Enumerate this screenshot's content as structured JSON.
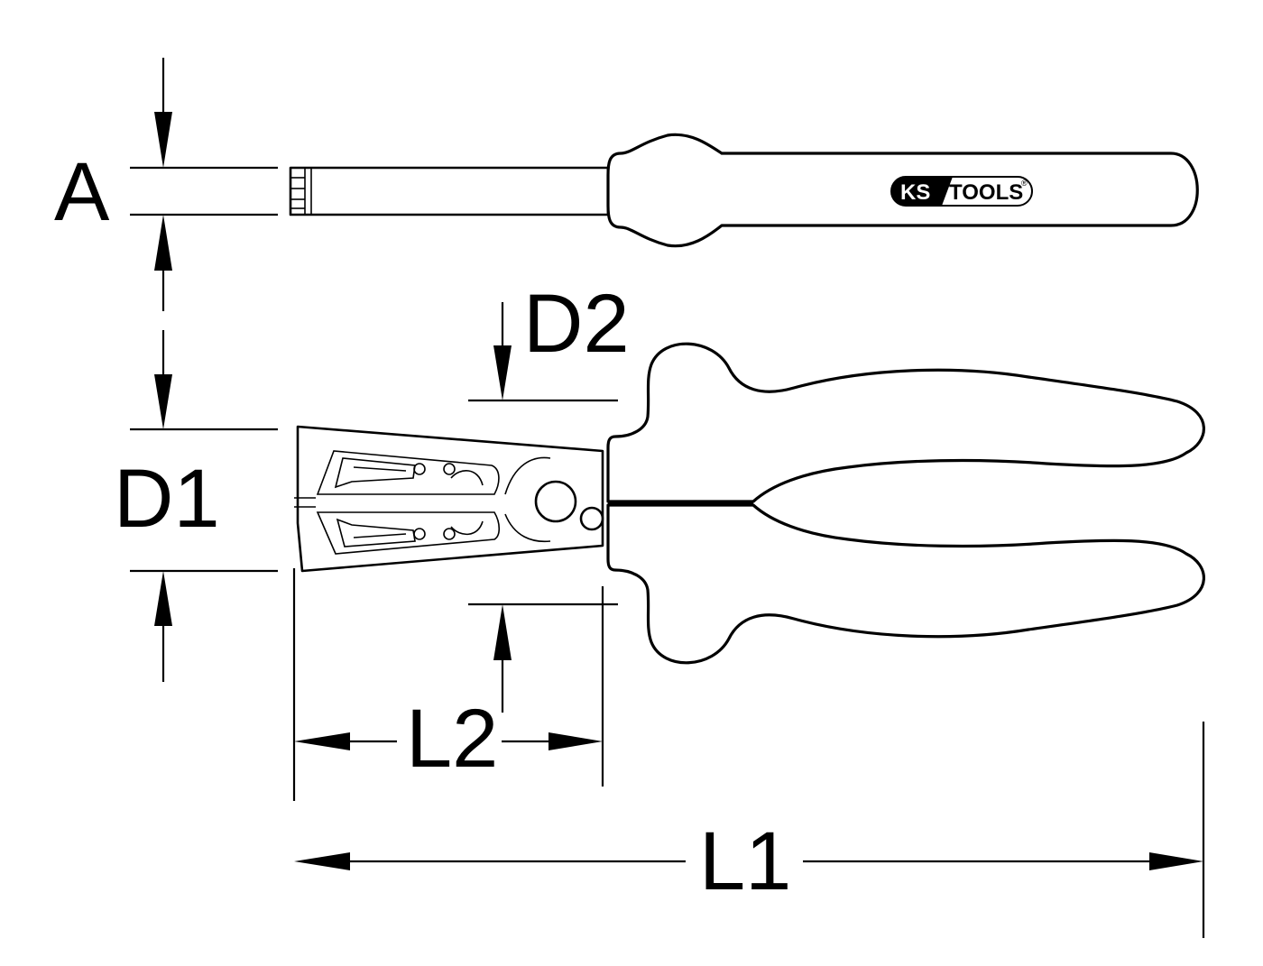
{
  "labels": {
    "a": "A",
    "d1": "D1",
    "d2": "D2",
    "l1": "L1",
    "l2": "L2"
  },
  "logo": {
    "ks": "KS",
    "tools": "TOOLS",
    "registered": "®",
    "icon": "ks-tools-logo"
  },
  "colors": {
    "line": "#000000",
    "background": "#ffffff"
  }
}
